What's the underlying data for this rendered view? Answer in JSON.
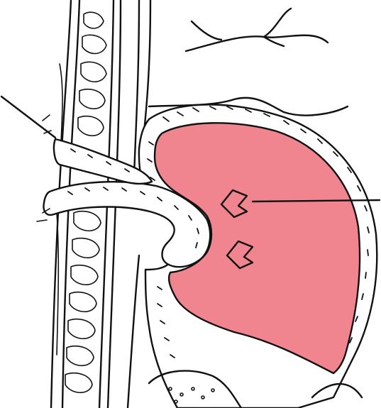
{
  "figure": {
    "colors": {
      "lumen": "#f0848f",
      "ink": "#111111",
      "background": "#ffffff"
    },
    "icons": [
      "pointer-line-left",
      "pointer-line-right",
      "chevron-arrow-upper",
      "chevron-arrow-lower"
    ]
  }
}
